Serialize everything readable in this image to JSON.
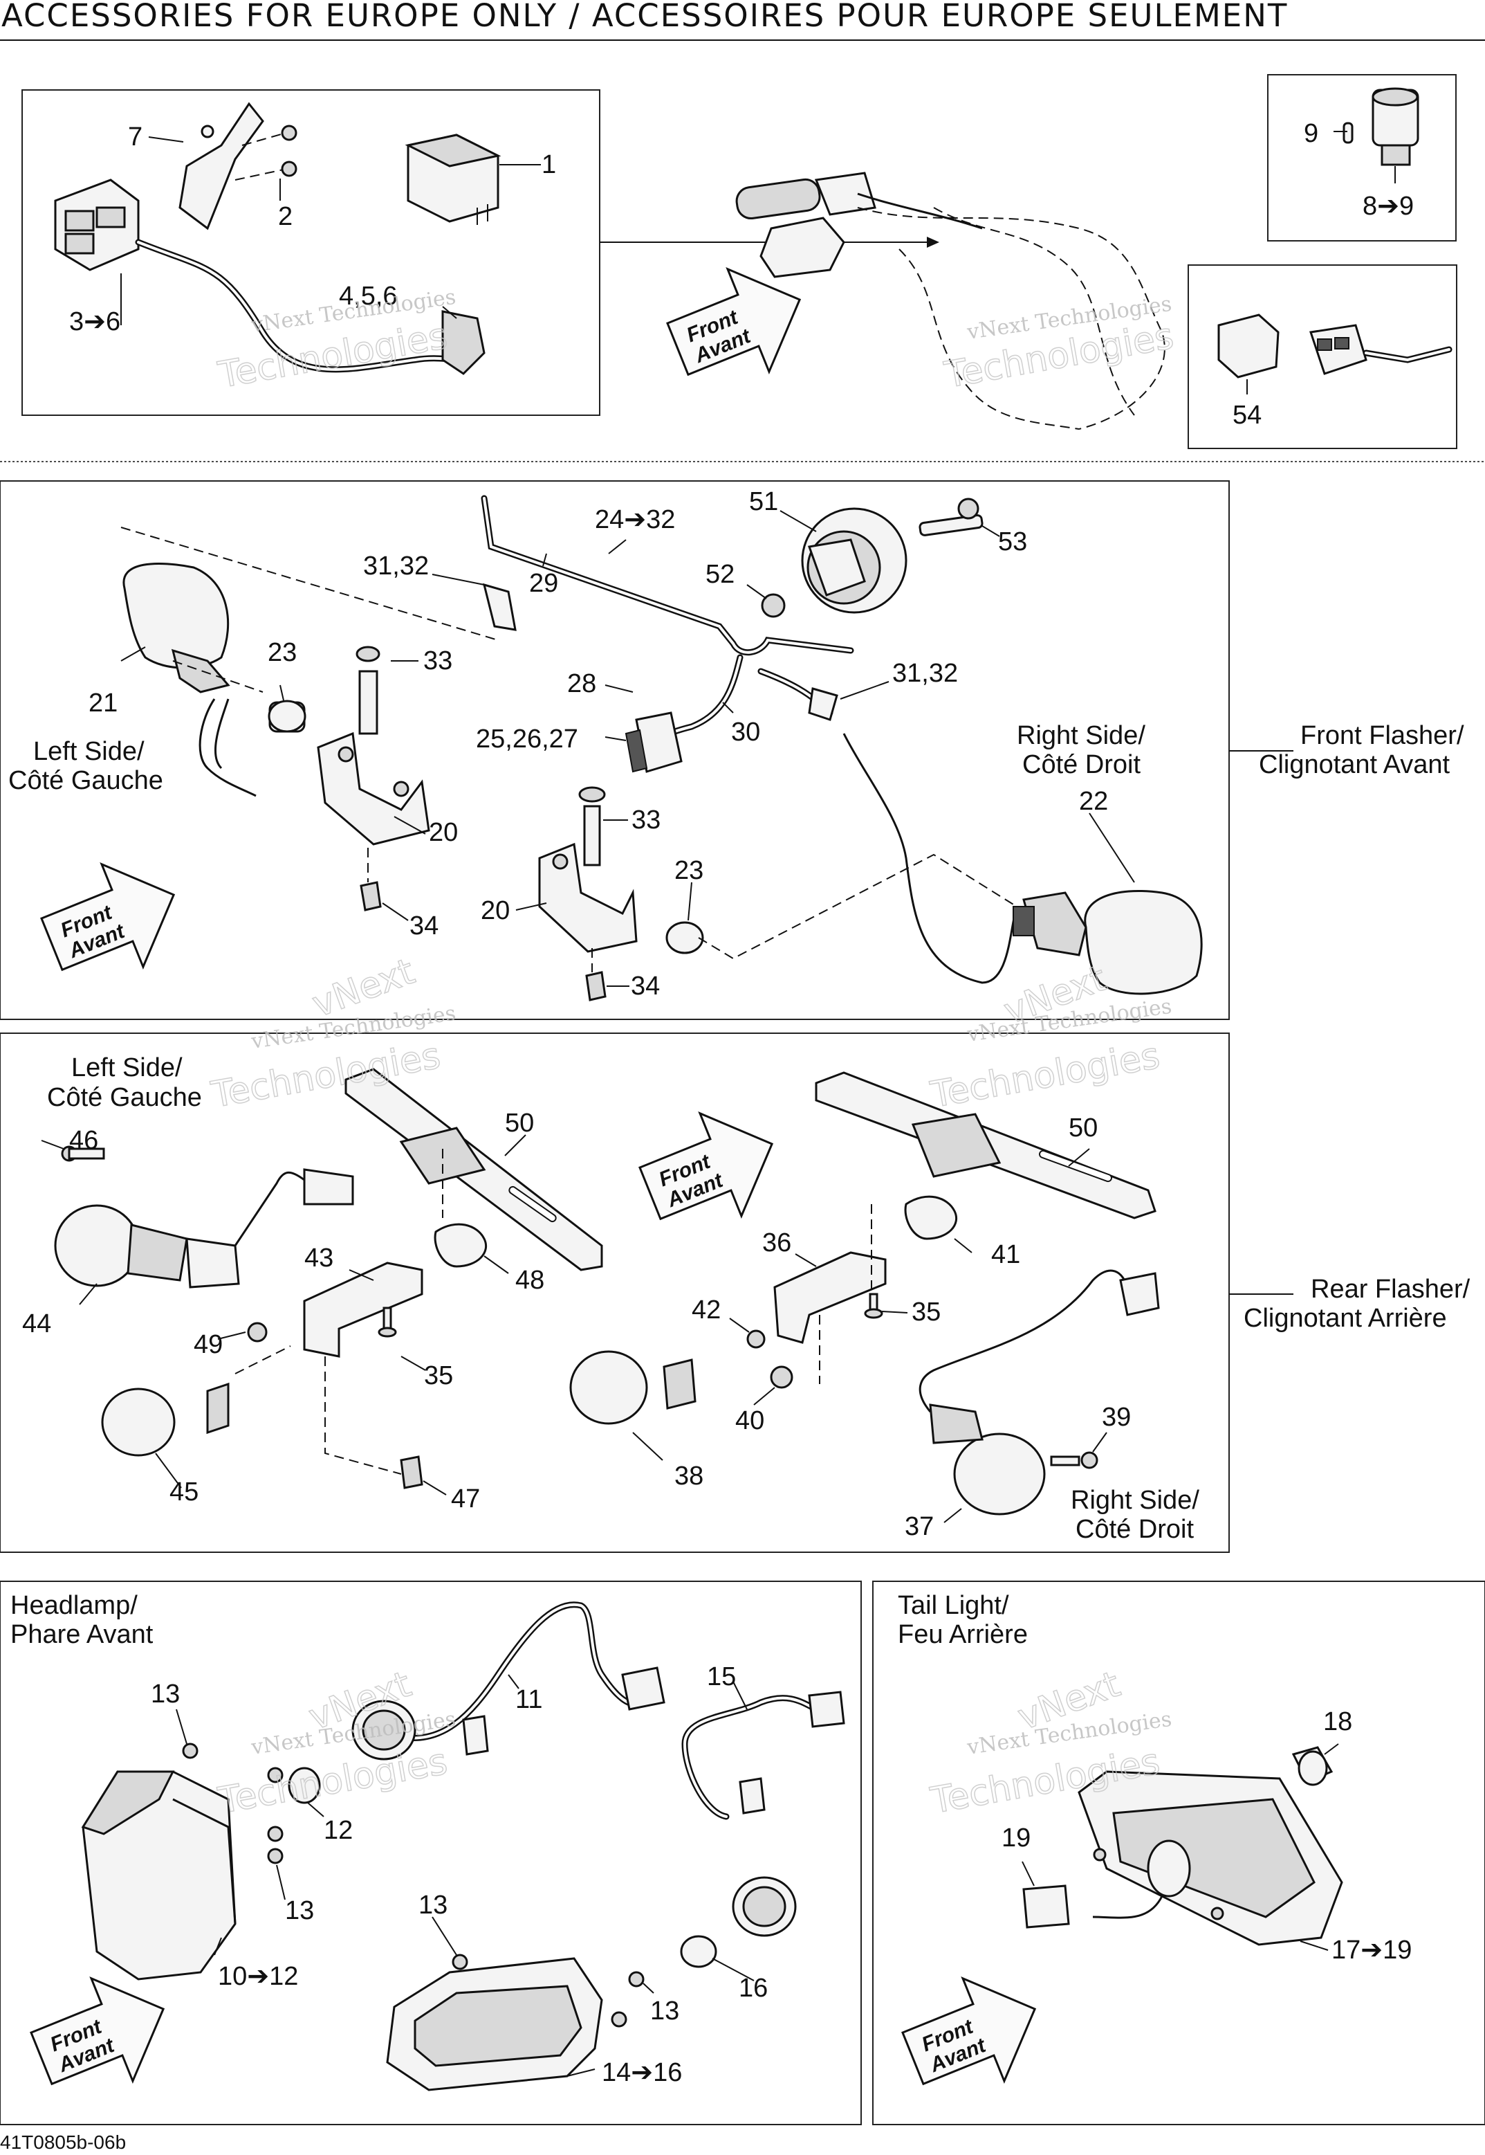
{
  "header": {
    "title": "ACCESSORIES FOR EUROPE ONLY / ACCESSOIRES POUR EUROPE SEULEMENT"
  },
  "footer": {
    "code": "41T0805b-06b"
  },
  "watermark": {
    "line1": "vNext Technologies",
    "line2": "Technologies",
    "short": "vNext"
  },
  "direction_arrow": {
    "line1": "Front",
    "line2": "Avant"
  },
  "section_titles": {
    "front_flasher": [
      "Front Flasher/",
      "Clignotant Avant"
    ],
    "rear_flasher": [
      "Rear Flasher/",
      "Clignotant Arrière"
    ],
    "headlamp": [
      "Headlamp/",
      "Phare Avant"
    ],
    "tail_light": [
      "Tail Light/",
      "Feu Arrière"
    ]
  },
  "side_labels": {
    "left": [
      "Left Side/",
      "Côté Gauche"
    ],
    "right": [
      "Right Side/",
      "Côté Droit"
    ]
  },
  "callouts": {
    "top": [
      "7",
      "1",
      "2",
      "3➔6",
      "4,5,6",
      "9",
      "8➔9",
      "54"
    ],
    "front_flasher": [
      "51",
      "24➔32",
      "53",
      "31,32",
      "29",
      "52",
      "23",
      "33",
      "21",
      "28",
      "31,32",
      "30",
      "25,26,27",
      "22",
      "33",
      "20",
      "23",
      "20",
      "34",
      "34"
    ],
    "rear_flasher": [
      "46",
      "50",
      "50",
      "43",
      "48",
      "36",
      "41",
      "42",
      "35",
      "49",
      "35",
      "44",
      "40",
      "39",
      "45",
      "47",
      "38",
      "37"
    ],
    "headlamp": [
      "11",
      "13",
      "15",
      "12",
      "13",
      "13",
      "10➔12",
      "13",
      "16",
      "14➔16"
    ],
    "tail_light": [
      "18",
      "19",
      "17➔19"
    ]
  }
}
